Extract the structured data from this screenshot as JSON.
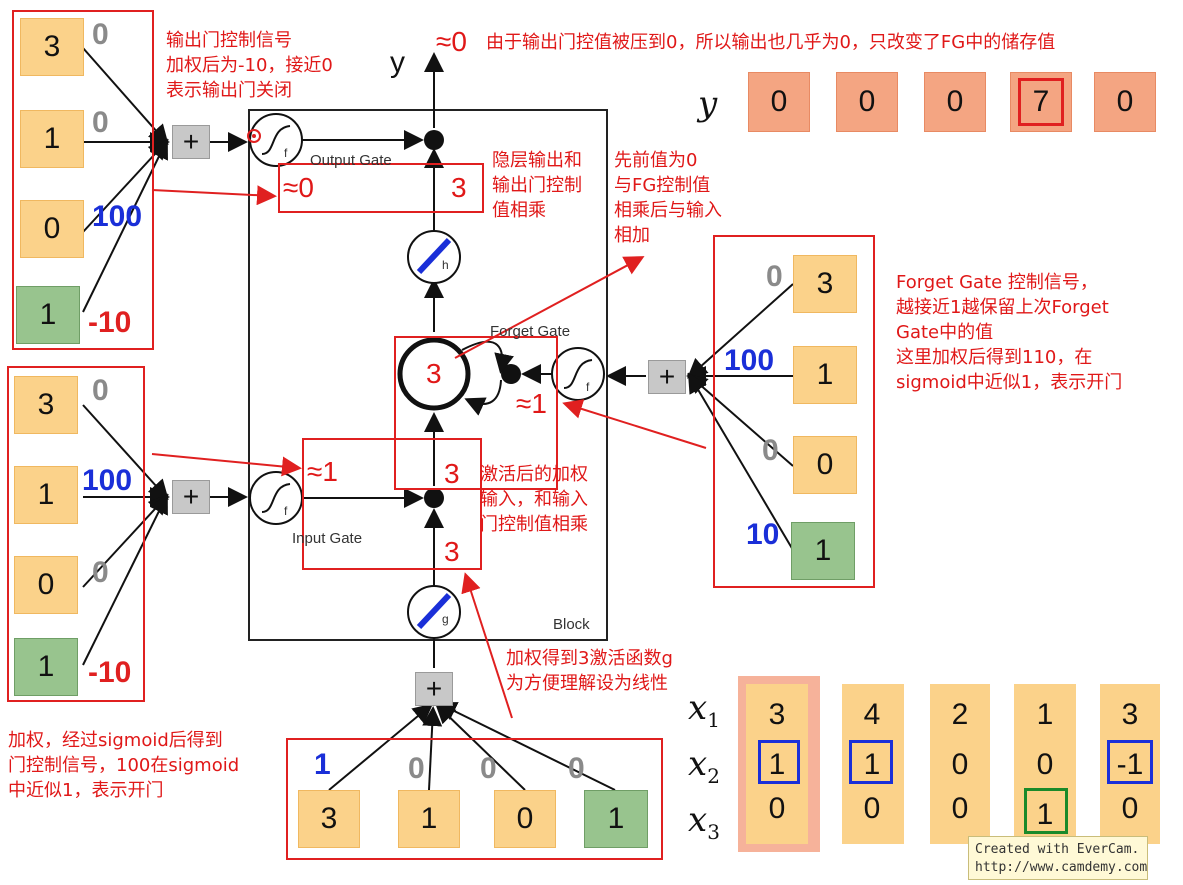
{
  "top_y_label": "y",
  "approx_zero_top": "≈0",
  "top_caption": "由于输出门控值被压到0，所以输出也几乎为0，只改变了FG中的储存值",
  "output_sequence": {
    "label": "y",
    "values": [
      "0",
      "0",
      "0",
      "7",
      "0"
    ]
  },
  "output_gate_inputs": {
    "values": [
      "3",
      "1",
      "0",
      "1"
    ],
    "weights": [
      "0",
      "0",
      "100",
      "-10"
    ],
    "note": "输出门控制信号\n加权后为-10，接近0\n表示输出门关闭"
  },
  "input_gate_inputs": {
    "values": [
      "3",
      "1",
      "0",
      "1"
    ],
    "weights": [
      "0",
      "100",
      "0",
      "-10"
    ],
    "note": "加权，经过sigmoid后得到\n门控制信号，100在sigmoid\n中近似1，表示开门"
  },
  "forget_gate_inputs": {
    "values": [
      "3",
      "1",
      "0",
      "1"
    ],
    "weights": [
      "0",
      "100",
      "0",
      "10"
    ],
    "note": "Forget Gate 控制信号，\n越接近1越保留上次Forget\nGate中的值\n这里加权后得到110，在\nsigmoid中近似1，表示开门"
  },
  "cell_inputs": {
    "values": [
      "3",
      "1",
      "0",
      "1"
    ],
    "weights": [
      "1",
      "0",
      "0",
      "0"
    ],
    "note": "加权得到3激活函数g\n为方便理解设为线性"
  },
  "block": {
    "label": "Block",
    "output_gate_label": "Output Gate",
    "input_gate_label": "Input Gate",
    "forget_gate_label": "Forget Gate",
    "sigma_symbol": "f",
    "h_symbol": "h",
    "g_symbol": "g",
    "plus_symbol": "+",
    "output_gate_value": "≈0",
    "hidden_value": "3",
    "cell_value": "3",
    "forget_gate_value": "≈1",
    "input_gate_value": "≈1",
    "gated_input_value": "3",
    "g_output_value": "3"
  },
  "notes": {
    "hidden_times_gate": "隐层输出和\n输出门控制\n值相乘",
    "prev_value": "先前值为0\n与FG控制值\n相乘后与输入\n相加",
    "activated_input": "激活后的加权\n输入，和输入\n门控制值相乘"
  },
  "input_sequence": {
    "row_labels": [
      "x1",
      "x2",
      "x3"
    ],
    "columns": [
      [
        "3",
        "1",
        "0"
      ],
      [
        "4",
        "1",
        "0"
      ],
      [
        "2",
        "0",
        "0"
      ],
      [
        "1",
        "0",
        "1"
      ],
      [
        "3",
        "-1",
        "0"
      ]
    ]
  },
  "watermark": {
    "line1": "Created with EverCam.",
    "line2": "http://www.camdemy.com"
  },
  "colors": {
    "annotation_red": "#e02020",
    "weight_blue": "#1a2fd8",
    "weight_gray": "#8a8a8a",
    "box_orange": "#fbd28a",
    "box_green": "#98c48e",
    "output_salmon": "#f4a582"
  }
}
